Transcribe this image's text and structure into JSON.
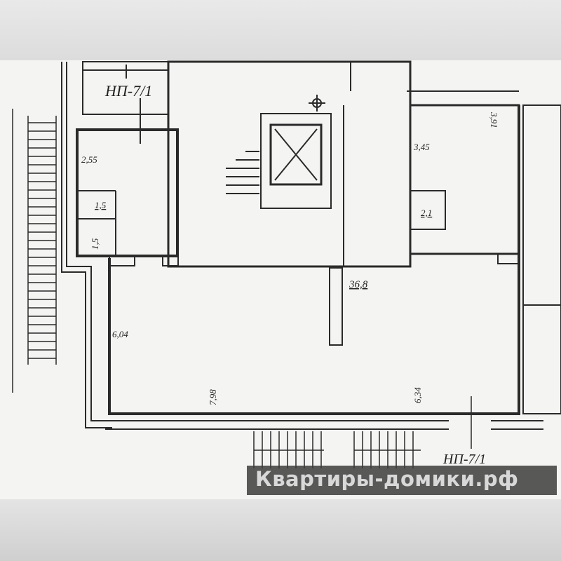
{
  "plan": {
    "unit_label_top": "НП-7/1",
    "unit_label_bottom": "НП-7/1",
    "dimensions": {
      "room_left_top": "2,55",
      "small_room_1": "1,5",
      "small_room_2": "1,5",
      "left_wall": "6,04",
      "bottom_left": "7,98",
      "total_area": "36,8",
      "bottom_right": "6,34",
      "right_room_height": "3,91",
      "right_room_width": "3,45",
      "right_small_room": "2,1"
    }
  },
  "watermark": {
    "text": "Квартиры-домики.рф",
    "accent": "#8cc63f"
  },
  "colors": {
    "wall": "#2a2a2a",
    "paper": "#f4f4f2"
  }
}
